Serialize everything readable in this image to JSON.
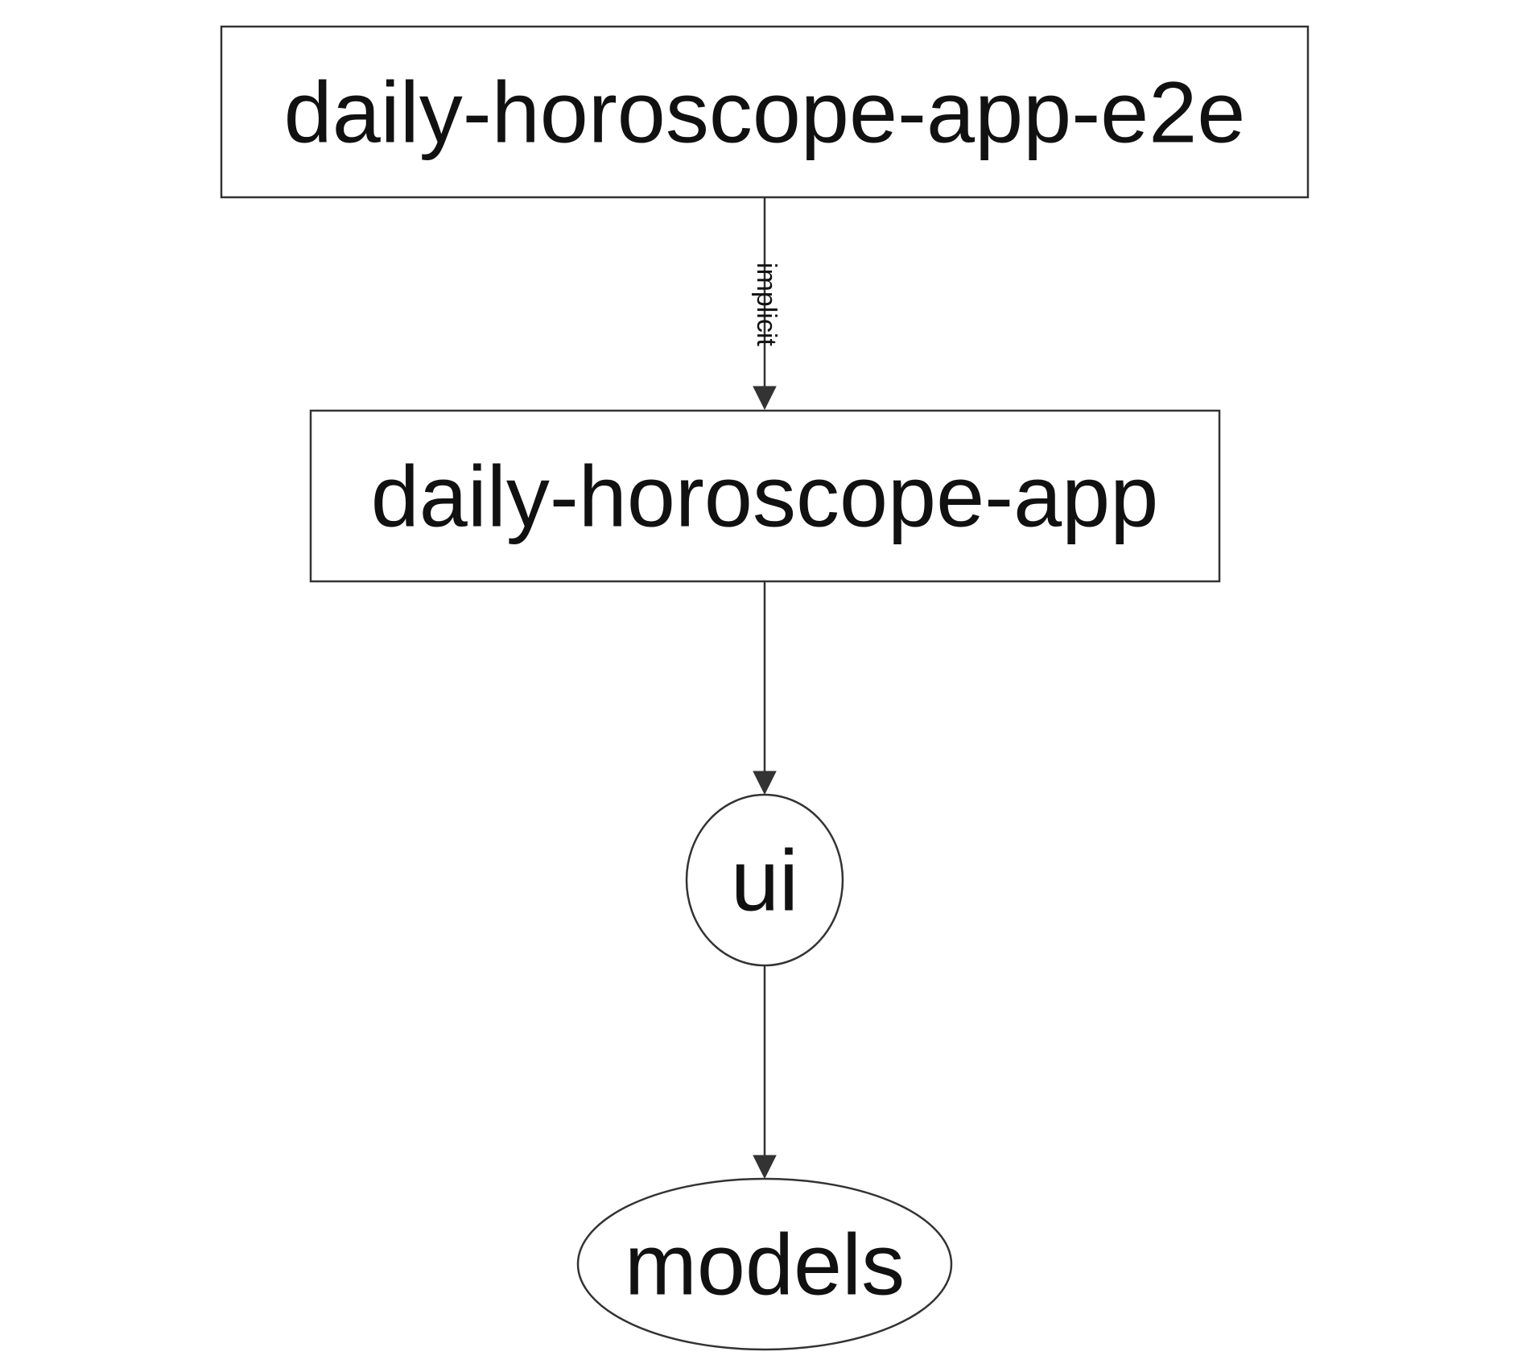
{
  "diagram": {
    "nodes": {
      "e2e": {
        "label": "daily-horoscope-app-e2e",
        "shape": "box"
      },
      "app": {
        "label": "daily-horoscope-app",
        "shape": "box"
      },
      "ui": {
        "label": "ui",
        "shape": "ellipse"
      },
      "models": {
        "label": "models",
        "shape": "ellipse"
      }
    },
    "edges": [
      {
        "from": "daily-horoscope-app-e2e",
        "to": "daily-horoscope-app",
        "label": "implicit"
      },
      {
        "from": "daily-horoscope-app",
        "to": "ui",
        "label": ""
      },
      {
        "from": "ui",
        "to": "models",
        "label": ""
      }
    ],
    "colors": {
      "stroke": "#333333",
      "text": "#111111",
      "background": "#ffffff"
    }
  }
}
